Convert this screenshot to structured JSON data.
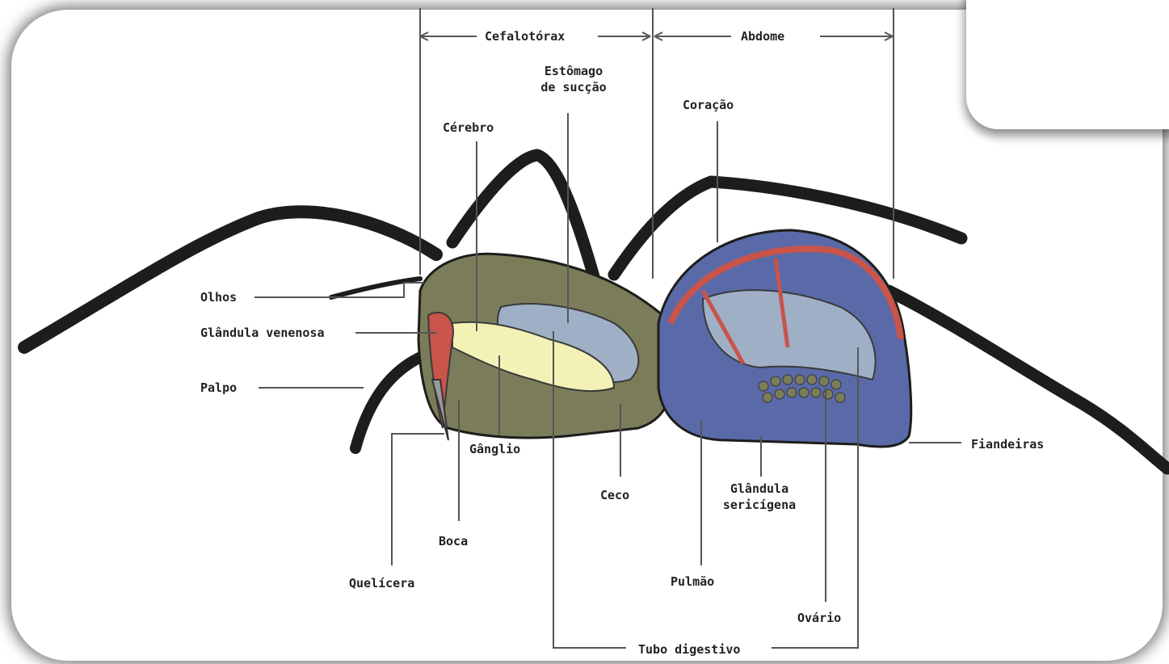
{
  "regions": {
    "cephalothorax": "Cefalotórax",
    "abdomen": "Abdome"
  },
  "labels": {
    "stomach_line1": "Estômago",
    "stomach_line2": "de sucção",
    "brain": "Cérebro",
    "heart": "Coração",
    "eyes": "Olhos",
    "venom_gland": "Glândula venenosa",
    "palp": "Palpo",
    "chelicera": "Quelícera",
    "mouth": "Boca",
    "ganglion": "Gânglio",
    "cecum": "Ceco",
    "silk_gland_line1": "Glândula",
    "silk_gland_line2": "sericígena",
    "lung": "Pulmão",
    "ovary": "Ovário",
    "spinnerets": "Fiandeiras",
    "digestive_tube": "Tubo digestivo"
  },
  "colors": {
    "body_olive": "#7b7d5a",
    "abdomen_blue": "#5a6aa8",
    "light_blue": "#9fb0c6",
    "pale_yellow": "#f3f1b6",
    "red_vessel": "#c8544a",
    "leg_black": "#1d1d1b",
    "leader_line": "#555555"
  }
}
